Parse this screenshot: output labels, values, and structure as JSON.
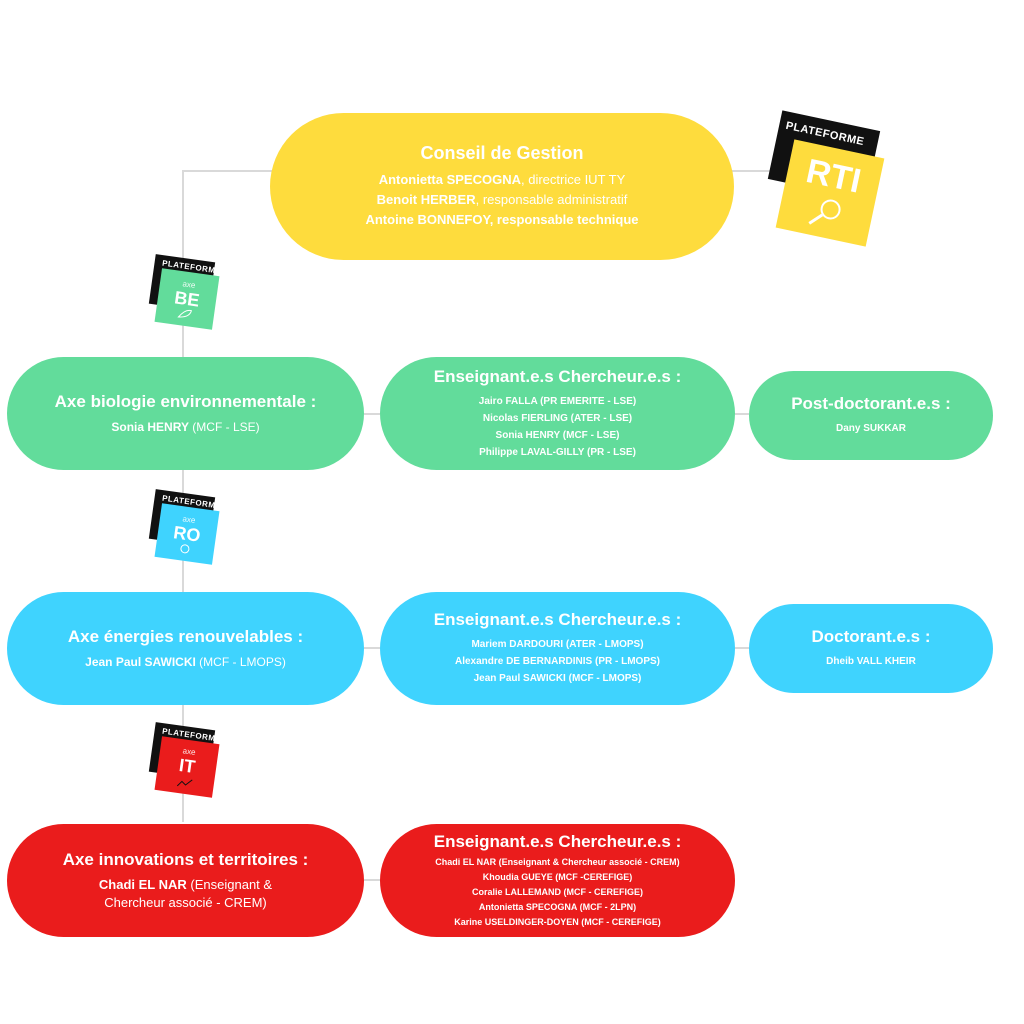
{
  "colors": {
    "yellow": "#fedc3d",
    "green": "#62dc9b",
    "blue": "#3fd3fe",
    "red": "#ea1c1c",
    "connector": "#d9d9d9"
  },
  "badges": {
    "rti": {
      "band": "PLATEFORME",
      "code": "RTI",
      "icon": "magnifier-icon"
    },
    "be": {
      "band": "PLATEFORME",
      "axe": "axe",
      "code": "BE",
      "icon": "leaf-icon"
    },
    "ro": {
      "band": "PLATEFORME",
      "axe": "axe",
      "code": "RO",
      "icon": "energy-icon"
    },
    "it": {
      "band": "PLATEFORME",
      "axe": "axe",
      "code": "IT",
      "icon": "map-icon"
    }
  },
  "conseil": {
    "title": "Conseil de Gestion",
    "members": [
      {
        "name": "Antonietta SPECOGNA",
        "role": ", directrice IUT TY"
      },
      {
        "name": "Benoit HERBER",
        "role": ", responsable administratif"
      },
      {
        "name": "Antoine BONNEFOY",
        "role": ", responsable technique"
      }
    ]
  },
  "axes": [
    {
      "title": "Axe biologie environnementale :",
      "lead_name": "Sonia HENRY",
      "lead_role": " (MCF - LSE)",
      "team_title": "Enseignant.e.s Chercheur.e.s :",
      "team": [
        {
          "name": "Jairo FALLA",
          "role": " (PR EMERITE - LSE)"
        },
        {
          "name": "Nicolas FIERLING",
          "role": " (ATER - LSE)"
        },
        {
          "name": "Sonia HENRY",
          "role": " (MCF - LSE)"
        },
        {
          "name": "Philippe LAVAL-GILLY",
          "role": " (PR - LSE)"
        }
      ],
      "extra_title": "Post-doctorant.e.s :",
      "extra_name": "Dany SUKKAR"
    },
    {
      "title": "Axe énergies renouvelables :",
      "lead_name": "Jean Paul SAWICKI",
      "lead_role": " (MCF - LMOPS)",
      "team_title": "Enseignant.e.s Chercheur.e.s :",
      "team": [
        {
          "name": "Mariem DARDOURI",
          "role": " (ATER - LMOPS)"
        },
        {
          "name": "Alexandre DE BERNARDINIS",
          "role": " (PR - LMOPS)"
        },
        {
          "name": "Jean Paul SAWICKI",
          "role": " (MCF - LMOPS)"
        }
      ],
      "extra_title": "Doctorant.e.s :",
      "extra_name": "Dheib VALL KHEIR"
    },
    {
      "title": "Axe innovations et territoires :",
      "lead_name": "Chadi EL NAR",
      "lead_role": " (Enseignant &",
      "lead_role2": "Chercheur associé - CREM)",
      "team_title": "Enseignant.e.s Chercheur.e.s :",
      "team": [
        {
          "name": "Chadi EL NAR",
          "role": " (Enseignant & Chercheur associé - CREM)"
        },
        {
          "name": "Khoudia GUEYE",
          "role": " (MCF -CEREFIGE)"
        },
        {
          "name": "Coralie LALLEMAND",
          "role": " (MCF - CEREFIGE)"
        },
        {
          "name": "Antonietta SPECOGNA",
          "role": " (MCF - 2LPN)"
        },
        {
          "name": "Karine USELDINGER-DOYEN",
          "role": " (MCF - CEREFIGE)"
        }
      ]
    }
  ]
}
